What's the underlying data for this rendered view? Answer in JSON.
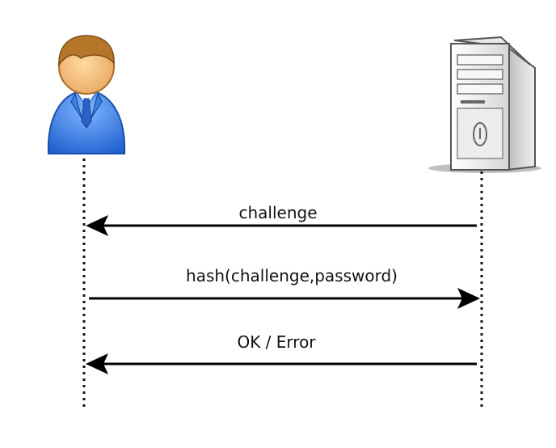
{
  "diagram": {
    "participants": [
      {
        "id": "user",
        "icon": "user-person-icon"
      },
      {
        "id": "server",
        "icon": "server-tower-icon"
      }
    ],
    "messages": [
      {
        "from": "server",
        "to": "user",
        "label": "challenge"
      },
      {
        "from": "user",
        "to": "server",
        "label": "hash(challenge,password)"
      },
      {
        "from": "server",
        "to": "user",
        "label": "OK / Error"
      }
    ]
  },
  "colors": {
    "user_body": "#2f7be8",
    "user_skin": "#f2b874",
    "user_hair": "#b5762a",
    "server_case": "#f2f2f2",
    "server_outline": "#555555",
    "line": "#000000"
  }
}
